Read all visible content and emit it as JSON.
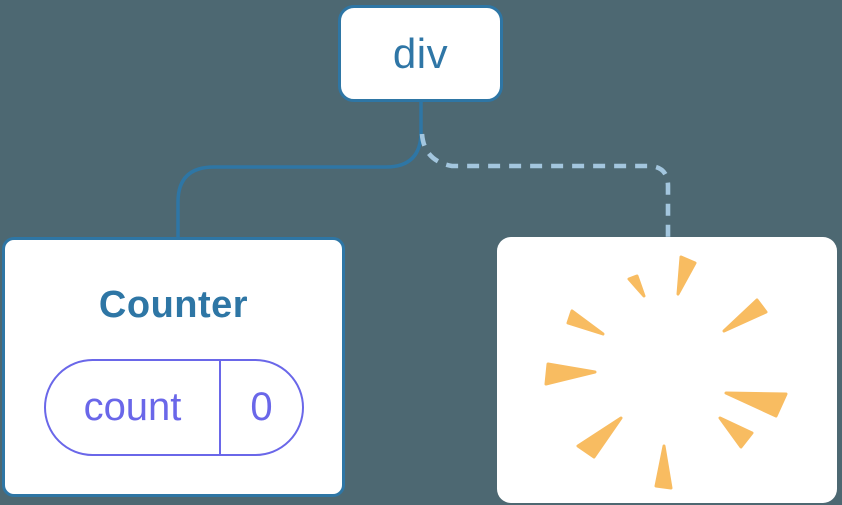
{
  "diagram": {
    "description": "React component tree: a div root keeps the Counter child (state preserved) while the second child is removed (state destroyed, poof)",
    "root_node": {
      "label": "div"
    },
    "counter_node": {
      "title": "Counter",
      "state_pill": {
        "key": "count",
        "value": "0"
      }
    },
    "removed_node": {
      "icon": "poof-explosion"
    }
  },
  "colors": {
    "background": "#4d6872",
    "card": "#ffffff",
    "node_border": "#2e76a5",
    "node_text": "#2e76a5",
    "connector_solid": "#2e76a5",
    "connector_dashed": "#a3c6de",
    "state_accent": "#6a67e9",
    "poof": "#f8bc61"
  }
}
